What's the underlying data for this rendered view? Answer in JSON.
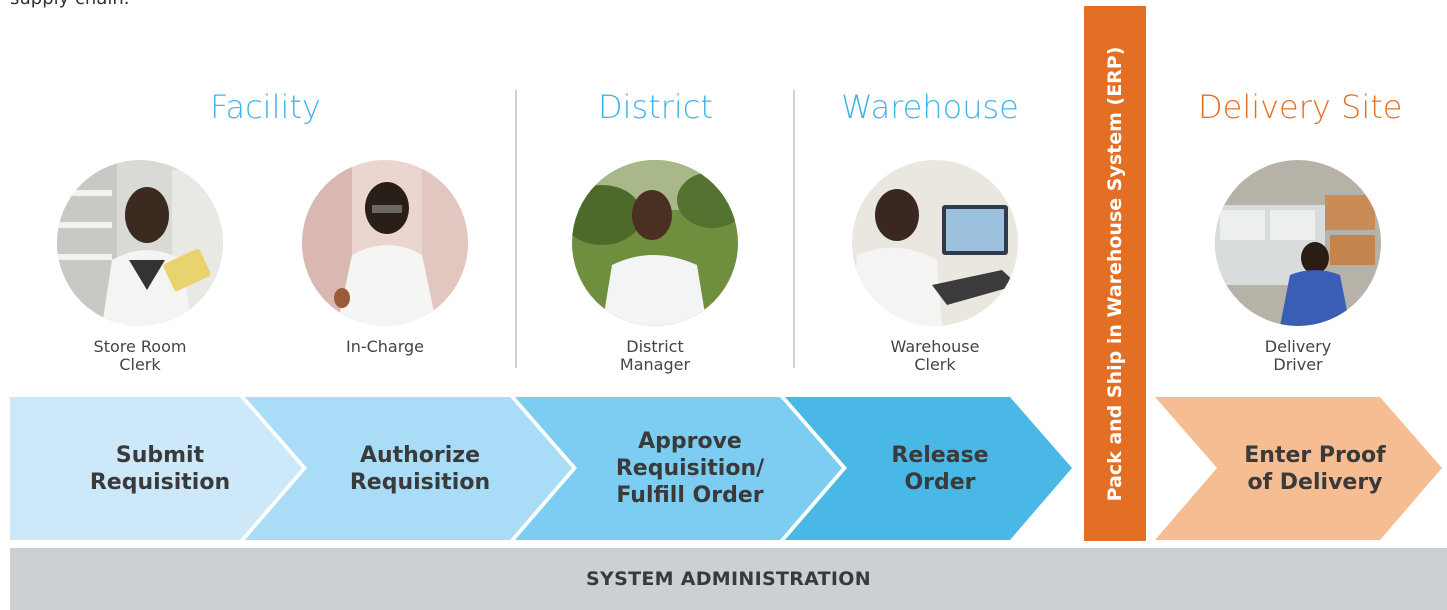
{
  "intro_text": "supply chain.",
  "colors": {
    "blue_heading": "#41b3e6",
    "orange_heading": "#e36f25",
    "erp_bar": "#e36f25",
    "admin_bar": "#cdd0d3",
    "step1": "#cde9f9",
    "step2": "#a8dcf7",
    "step3": "#7ccdf1",
    "step4": "#49b8e7",
    "step5": "#f5bd91"
  },
  "sections": [
    {
      "heading": "Facility"
    },
    {
      "heading": "District"
    },
    {
      "heading": "Warehouse"
    },
    {
      "heading": "Delivery Site"
    }
  ],
  "roles": [
    {
      "label": "Store Room\nClerk"
    },
    {
      "label": "In-Charge"
    },
    {
      "label": "District\nManager"
    },
    {
      "label": "Warehouse\nClerk"
    },
    {
      "label": "Delivery\nDriver"
    }
  ],
  "steps": [
    {
      "label": "Submit\nRequisition"
    },
    {
      "label": "Authorize\nRequisition"
    },
    {
      "label": "Approve\nRequisition/\nFulfill Order"
    },
    {
      "label": "Release\nOrder"
    },
    {
      "label": "Enter Proof\nof Delivery"
    }
  ],
  "erp_label": "Pack and Ship in Warehouse System (ERP)",
  "admin_label": "SYSTEM ADMINISTRATION"
}
